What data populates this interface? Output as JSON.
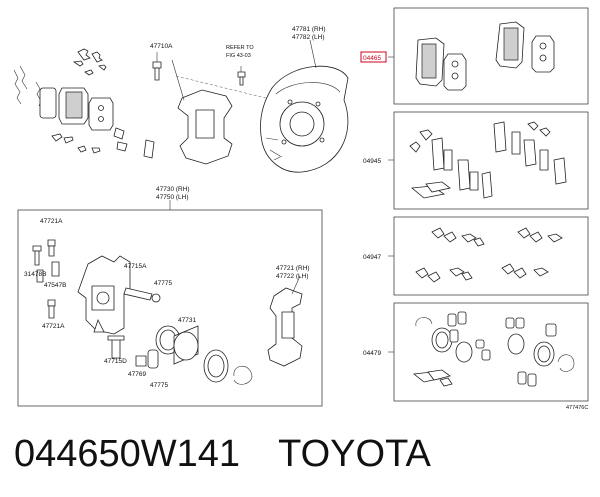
{
  "callouts": {
    "refer_to_line1": "REFER TO",
    "refer_to_line2": "FIG 43-03",
    "p47710A": "47710A",
    "p47781": "47781 (RH)",
    "p47782": "47782 (LH)",
    "p47730": "47730 (RH)",
    "p47750": "47750 (LH)",
    "p47721A_top": "47721A",
    "p31478B": "31478B",
    "p47547B": "47547B",
    "p47721A_bot": "47721A",
    "p47715A": "47715A",
    "p47775_top": "47775",
    "p47731": "47731",
    "p47715D": "47715D",
    "p47769": "47769",
    "p47775_bot": "47775",
    "p47721": "47721 (RH)",
    "p47722": "47722 (LH)",
    "p04465": "04465",
    "p04945": "04945",
    "p04947": "04947",
    "p04479": "04479",
    "figure_id": "477476C"
  },
  "caption": {
    "part_number": "044650W141",
    "brand": "TOYOTA"
  },
  "colors": {
    "highlight": "#d0021b",
    "line": "#222222"
  }
}
